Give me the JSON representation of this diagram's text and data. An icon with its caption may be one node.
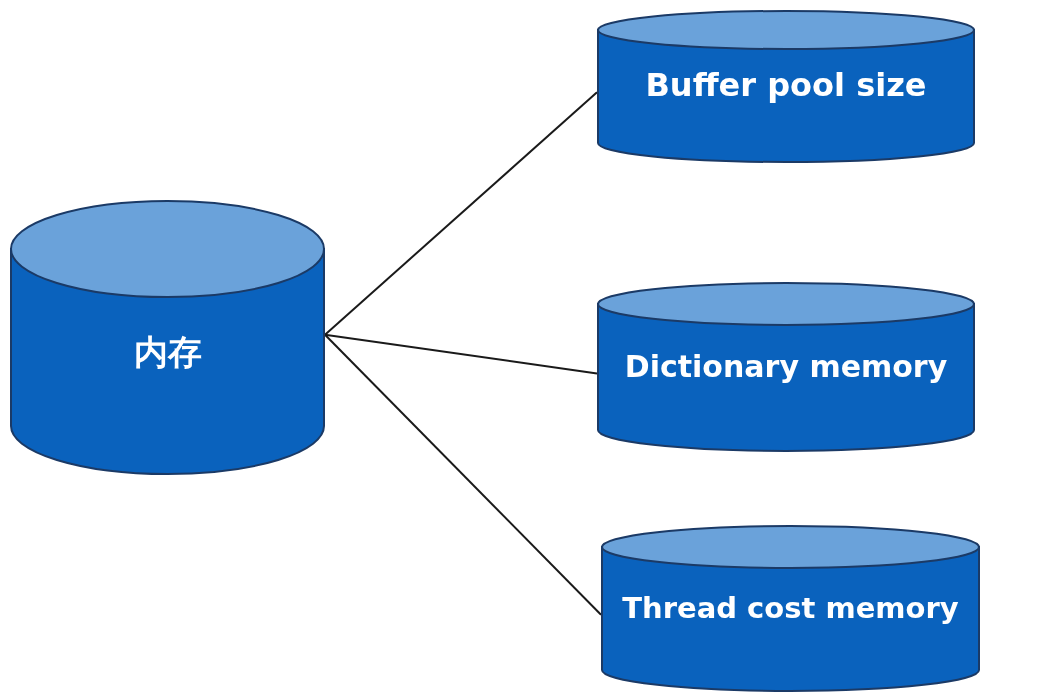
{
  "diagram": {
    "nodes": [
      {
        "text": [
          "内存"
        ]
      },
      {
        "text": [
          "Buffer pool size"
        ]
      },
      {
        "text": [
          "Dictionary memory"
        ]
      },
      {
        "text": [
          "Thread cost memory"
        ]
      }
    ],
    "edges": [
      {
        "from": 0,
        "to": 1,
        "arrow": "none"
      },
      {
        "from": 0,
        "to": 2,
        "arrow": "none"
      },
      {
        "from": 0,
        "to": 3,
        "arrow": "none"
      }
    ]
  }
}
